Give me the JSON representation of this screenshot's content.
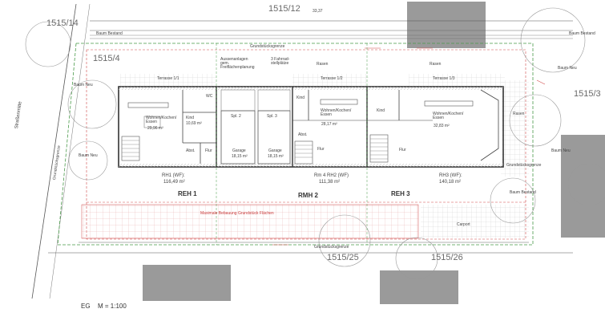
{
  "parcels": {
    "p1515_12": "1515/12",
    "p1515_14": "1515/14",
    "p1515_4": "1515/4",
    "p1515_3": "1515/3",
    "p1515_25": "1515/25",
    "p1515_26": "1515/26"
  },
  "units": {
    "reh1": {
      "name": "REH 1",
      "wf_label": "RH1 (WF):",
      "wf_area": "116,49 m²"
    },
    "reh2": {
      "name": "RMH 2",
      "wf_label": "Rm 4 RH2 (WF)",
      "wf_area": "111,38 m²"
    },
    "reh3": {
      "name": "REH 3",
      "wf_label": "RH3 (WF):",
      "wf_area": "140,18 m²"
    }
  },
  "rooms": {
    "wohnen1": "Wohnen/Kochen/ Essen",
    "wohnen1_area": "29,96 m²",
    "kind1": "Kind",
    "kind1_area": "10,69 m²",
    "wc1": "WC",
    "flur1": "Flur",
    "abst1": "Abst.",
    "spr2": "Spl. 2",
    "spr3": "Spl. 3",
    "garage1": "Garage",
    "garage1_area": "18,15 m²",
    "garage2": "Garage",
    "garage2_area": "18,15 m²",
    "wohnen2": "Wohnen/Kochen/ Essen",
    "wohnen2_area": "28,17 m²",
    "kind2": "Kind",
    "abst2": "Abst.",
    "flur2": "Flur",
    "wohnen3": "Wohnen/Kochen/ Essen",
    "wohnen3_area": "32,83 m²",
    "kind3": "Kind",
    "flur3": "Flur",
    "terrasse1": "Terrasse 1/1",
    "terrasse2": "Terrasse 1/2",
    "terrasse3": "Terrasse 1/3"
  },
  "annotations": {
    "baum_bestand_left": "Baum Bestand",
    "baum_bestand_right": "Baum Bestand",
    "baum_neu_1": "Baum Neu",
    "baum_neu_2": "Baum Neu",
    "baum_neu_3": "Baum Neu",
    "baum_neu_4": "Baum Neu",
    "baum_bestand_bottom": "Baum Bestand",
    "strassenmitte": "Straßenmitte",
    "grundstuecksgrenze_top": "Grundstücksgrenze",
    "grundstuecksgrenze_bottom": "Grundstücksgrenze",
    "grundstuecksgrenze_left": "Grundstücksgrenze",
    "grundstuecksgrenze_right": "Grundstücksgrenze",
    "rasen_1": "Rasen",
    "rasen_2": "Rasen",
    "rasen_3": "Rasen",
    "aussenanlagen": "Aussenanlagen gem. Freiflächenplanung",
    "fahrrad": "3 Fahrrad- stellplätze",
    "carport": "Carport",
    "bebauung_note": "Maximale Bebauung Grundstück Flächen",
    "dim_top": "1515/12",
    "dim_total": "33,37"
  },
  "footer": {
    "floor": "EG",
    "scale": "M = 1:100"
  },
  "colors": {
    "line": "#3c3c3c",
    "red": "#d04848",
    "green": "#4a9a4a",
    "gray_block": "#9a9a9a",
    "hatch": "#c9c9c9"
  }
}
